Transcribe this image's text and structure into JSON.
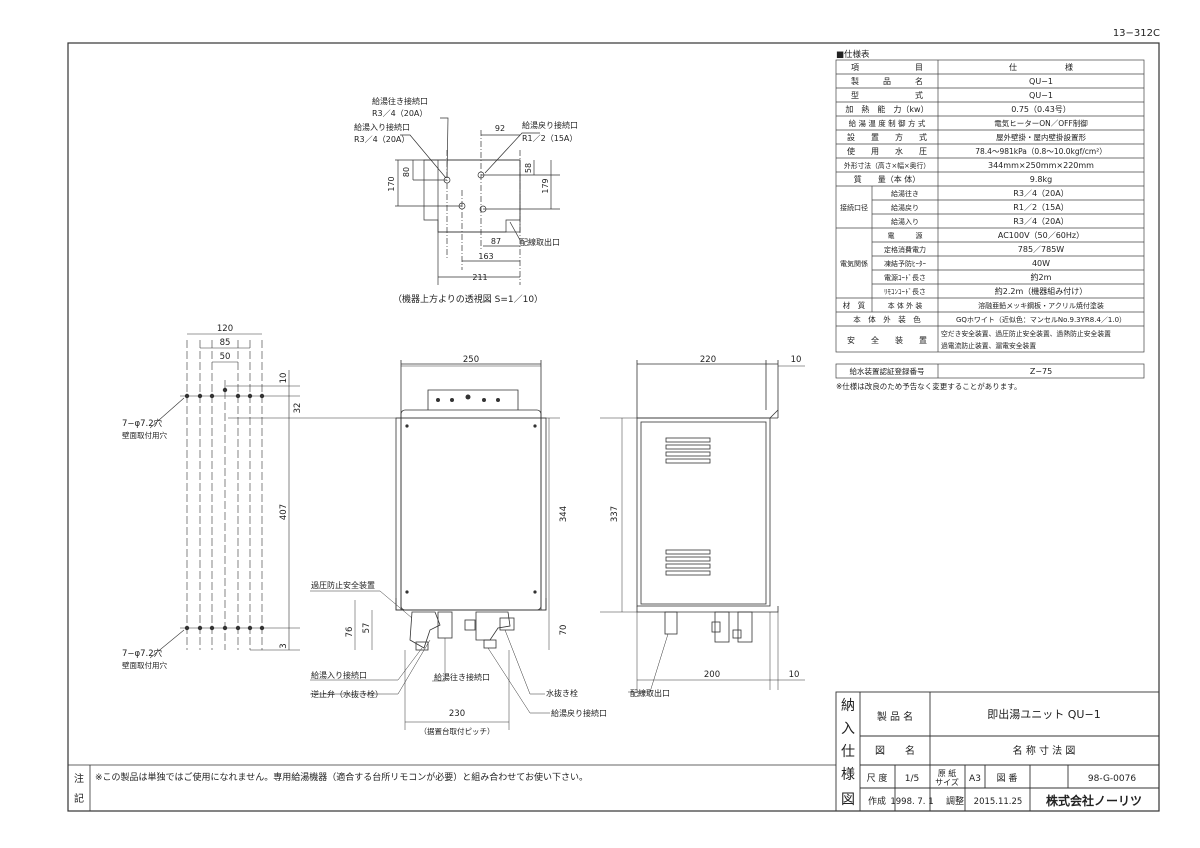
{
  "doc_number": "13−312C",
  "spec": {
    "title": "■仕様表",
    "header": [
      "項　　　　　　　目",
      "仕　　　　　　様"
    ],
    "rows": [
      [
        "製　　　品　　　名",
        "QU−1"
      ],
      [
        "型　　　　　　　式",
        "QU−1"
      ],
      [
        "加　熱　能　力（kw）",
        "0.75（0.43号）"
      ],
      [
        "給 湯 温 度 制 御 方 式",
        "電気ヒーターON／OFF制御"
      ],
      [
        "設　　置　　方　　式",
        "屋外壁掛・屋内壁掛設置形"
      ],
      [
        "使　　用　　水　　圧",
        "78.4〜981kPa（0.8〜10.0kgf/cm²）"
      ],
      [
        "外形寸法（高さ×幅×奥行）",
        "344mm×250mm×220mm"
      ],
      [
        "質　　量（本 体）",
        "9.8kg"
      ]
    ],
    "conn_group": "接続口径",
    "conn_rows": [
      [
        "給湯往き",
        "R3／4（20A）"
      ],
      [
        "給湯戻り",
        "R1／2（15A）"
      ],
      [
        "給湯入り",
        "R3／4（20A）"
      ]
    ],
    "elec_group": "電気関係",
    "elec_rows": [
      [
        "電　　　源",
        "AC100V（50／60Hz）"
      ],
      [
        "定格消費電力",
        "785／785W"
      ],
      [
        "凍結予防ﾋｰﾀｰ",
        "40W"
      ],
      [
        "電源ｺｰﾄﾞ長さ",
        "約2m"
      ],
      [
        "ﾘﾓｺﾝｺｰﾄﾞ長さ",
        "約2.2m（機器組み付け）"
      ]
    ],
    "material_label": "材　質",
    "material_sub": "本 体 外 装",
    "material_value": "溶融亜鉛メッキ鋼板・アクリル焼付塗装",
    "finish_label": "本　体　外　装　色",
    "finish_value": "GQホワイト（近似色：マンセルNo.9.3YR8.4／1.0）",
    "safety_label": "安　　全　　装　　置",
    "safety_line1": "空だき安全装置、過圧防止安全装置、過熱防止安全装置",
    "safety_line2": "過電流防止装置、漏電安全装置",
    "cert_label": "給水装置認証登録番号",
    "cert_value": "Z−75",
    "note": "※仕様は改良のため予告なく変更することがあります。"
  },
  "top_view": {
    "lbl_out": "給湯往き接続口",
    "lbl_out_size": "R3／4（20A）",
    "lbl_in": "給湯入り接続口",
    "lbl_in_size": "R3／4（20A）",
    "lbl_ret": "給湯戻り接続口",
    "lbl_ret_size": "R1／2（15A）",
    "lbl_wire": "配線取出口",
    "d92": "92",
    "d80": "80",
    "d170": "170",
    "d58": "58",
    "d179": "179",
    "d87": "87",
    "d163": "163",
    "d211": "211",
    "caption": "（機器上方よりの透視図 S=1／10）"
  },
  "wall": {
    "d120": "120",
    "d85": "85",
    "d50": "50",
    "d10": "10",
    "d32": "32",
    "d407": "407",
    "d3": "3",
    "hole_top": "7−φ7.2穴",
    "hole_top_sub": "壁面取付用穴",
    "hole_bot": "7−φ7.2穴",
    "hole_bot_sub": "壁面取付用穴"
  },
  "front": {
    "d250": "250",
    "d344": "344",
    "d76": "76",
    "d57": "57",
    "d70": "70",
    "d230": "230",
    "pitch": "（据置台取付ピッチ）",
    "lbl_relief": "過圧防止安全装置",
    "lbl_in": "給湯入り接続口",
    "lbl_check": "逆止弁（水抜き栓）",
    "lbl_out": "給湯往き接続口",
    "lbl_drain": "水抜き栓",
    "lbl_ret": "給湯戻り接続口"
  },
  "side": {
    "d220": "220",
    "d10a": "10",
    "d337": "337",
    "d200": "200",
    "d10b": "10",
    "lbl_wire": "配線取出口"
  },
  "note": {
    "label": "注記",
    "text": "※この製品は単独ではご使用になれません。専用給湯機器（適合する台所リモコンが必要）と組み合わせてお使い下さい。"
  },
  "title_block": {
    "side_label": "納入仕様図",
    "product_label": "製 品 名",
    "product_value": "即出湯ユニット QU−1",
    "drawing_label": "図　　名",
    "drawing_value": "名 称 寸 法 図",
    "scale_label": "尺 度",
    "scale_value": "1/5",
    "paper_label": "原紙サイズ",
    "paper_value": "A3",
    "dwgno_label": "図 番",
    "dwgno_value": "98-G-0076",
    "made_label": "作成",
    "made_value": "1998. 7. 1",
    "adj_label": "調整",
    "adj_value": "2015.11.25",
    "company": "株式会社ノーリツ"
  }
}
